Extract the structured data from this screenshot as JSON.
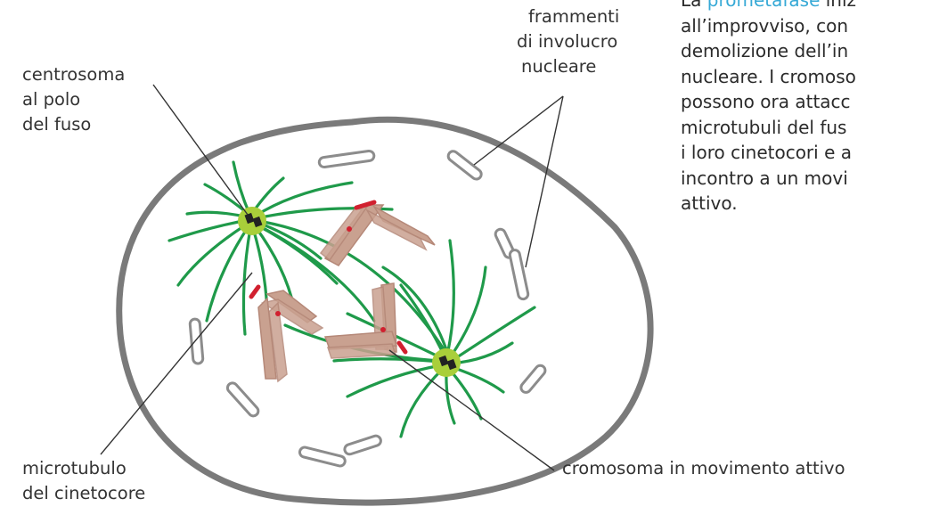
{
  "labels": {
    "centrosome": [
      "centrosoma",
      "al polo",
      "del fuso"
    ],
    "envelope": [
      "frammenti",
      "di involucro",
      "nucleare"
    ],
    "kt_microtubule": [
      "microtubulo",
      "del cinetocore"
    ],
    "chromosome": "cromosoma in movimento attivo"
  },
  "paragraph": {
    "line1_before": "La ",
    "line1_term": "prometafase",
    "line1_after": " iniz",
    "line2": "all’improvviso, con",
    "line3": "demolizione dell’in",
    "line4": "nucleare. I cromoso",
    "line5": "possono ora attacc",
    "line6": "microtubuli del fus",
    "line7": "i loro cinetocori e a",
    "line8": "incontro a un movi",
    "line9": "attivo."
  },
  "colors": {
    "cell_border": "#7a7a7a",
    "microtubule": "#1f9a4a",
    "centrosome": "#a9cf3a",
    "chromosome": "#c9a190",
    "kinetochore": "#d1202f",
    "leader_line": "#333333",
    "term_highlight": "#36a9d6"
  }
}
